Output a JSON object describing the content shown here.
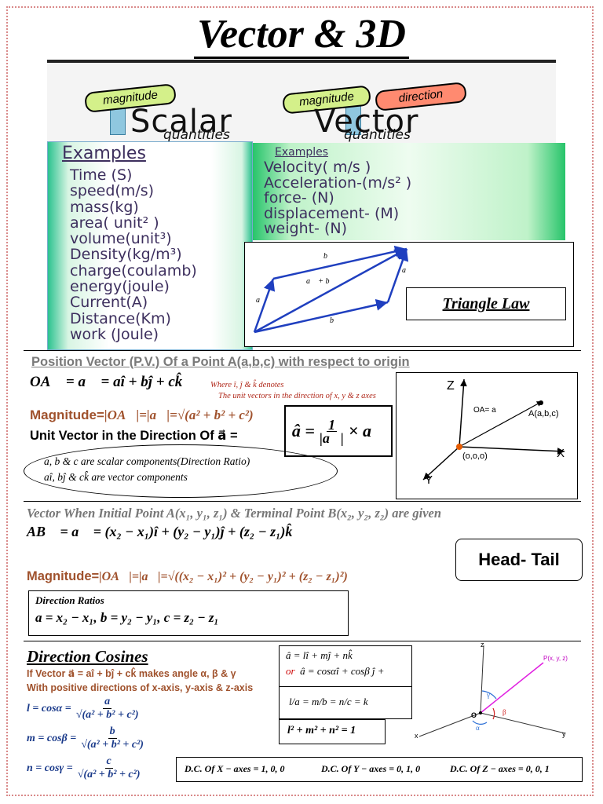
{
  "title": "Vector & 3D",
  "banner": {
    "scalar_sign": "magnitude",
    "scalar_word": "Scalar",
    "scalar_sub": "quantities",
    "vector_sign1": "magnitude",
    "vector_sign2": "direction",
    "vector_word": "Vector",
    "vector_sub": "quantities"
  },
  "scalar_examples": {
    "heading": "Examples",
    "items": [
      "Time (S)",
      "speed(m/s)",
      "mass(kg)",
      "area( unit² )",
      "volume(unit³)",
      "Density(kg/m³)",
      "charge(coulamb)",
      "energy(joule)",
      "Current(A)",
      "Distance(Km)",
      "work (Joule)"
    ]
  },
  "vector_examples": {
    "heading": "Examples",
    "items": [
      "Velocity( m/s )",
      "Acceleration-(m/s² )",
      "force- (N)",
      "displacement- (M)",
      "weight- (N)"
    ]
  },
  "triangle_law": {
    "label": "Triangle Law",
    "vec_b_top": "b⃗",
    "vec_sum": "a⃗ + b⃗",
    "vec_a_right": "a⃗",
    "vec_a_left": "a⃗",
    "vec_b_bottom": "b⃗"
  },
  "position_vector": {
    "heading": "Position Vector (P.V.)  Of a Point A(a,b,c)  with respect to origin",
    "formula": "OA⃗ = a⃗ = aî + bĵ + ck̂",
    "note_line1": "Where î, ĵ & k̂  denotes",
    "note_line2": "The unit vectors in the direction of x, y & z axes",
    "magnitude_label": "Magnitude=",
    "magnitude_formula": "|OA⃗|=|a⃗|=√(a² + b² + c²)",
    "unit_vector_label": "Unit Vector in the Direction Of a⃗ =",
    "unit_vector_lhs": "â =",
    "unit_vector_num": "1",
    "unit_vector_den": "|a⃗|",
    "unit_vector_rhs": "× a⃗",
    "ellipse_line1": "a, b & c are scalar components(Direction Ratio)",
    "ellipse_line2": "aî, bĵ & ck̂ are vector components",
    "graph": {
      "z": "Z",
      "x": "X",
      "y": "Y",
      "point": "A(a,b,c)",
      "origin": "(o,o,o)",
      "oa": "OA= a"
    }
  },
  "two_points": {
    "heading": "Vector When Initial Point A(x₁, y₁, z₁) & Terminal Point B(x₂, y₂, z₂) are given",
    "formula": "AB⃗ = a⃗ = (x₂ − x₁)î + (y₂ − y₁)ĵ + (z₂ − z₁)k̂",
    "magnitude_label": "Magnitude=",
    "magnitude_formula": "|OA⃗|=|a⃗|=√((x₂ − x₁)² + (y₂ − y₁)² + (z₂ − z₁)²)",
    "head_tail": "Head- Tail",
    "dr_title": "Direction Ratios",
    "dr_formula": "a = x₂ − x₁, b = y₂ − y₁, c = z₂ − z₁"
  },
  "direction_cosines": {
    "heading": "Direction Cosines",
    "line1": "If Vector a⃗ = aî + bĵ + ck̂ makes angle α, β & γ",
    "line2": "With positive directions of x-axis, y-axis & z-axis",
    "l_lhs": "l = cosα =",
    "m_lhs": "m = cosβ =",
    "n_lhs": "n = cosγ =",
    "l_num": "a",
    "m_num": "b",
    "n_num": "c",
    "den": "√(a² + b² + c²)",
    "box1_line1": "â = lî + mĵ + nk̂",
    "box1_or": "or",
    "box1_line2": "â = cosαî + cosβ ĵ +",
    "box2": "l/a = m/b = n/c = k",
    "box3": "l² + m² + n² = 1",
    "dc_x": "D.C. Of X − axes = 1, 0, 0",
    "dc_y": "D.C. Of Y − axes = 0, 1, 0",
    "dc_z": "D.C. Of Z − axes = 0, 0, 1",
    "graph": {
      "z": "z",
      "x": "x",
      "y": "y",
      "o": "O",
      "p": "P(x, y, z)",
      "alpha": "α",
      "beta": "β",
      "gamma": "γ"
    }
  }
}
